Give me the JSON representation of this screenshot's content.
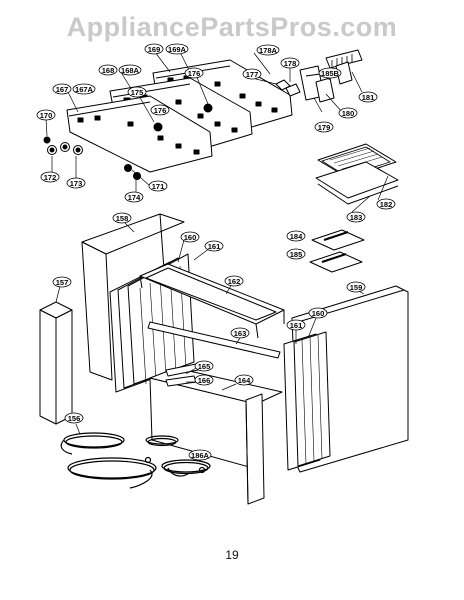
{
  "watermark": "AppliancePartsPros.com",
  "page_number": "19",
  "labels": [
    {
      "text": "169"
    },
    {
      "text": "169A"
    },
    {
      "text": "178A"
    },
    {
      "text": "176"
    },
    {
      "text": "177"
    },
    {
      "text": "178"
    },
    {
      "text": "185B"
    },
    {
      "text": "181"
    },
    {
      "text": "168"
    },
    {
      "text": "168A"
    },
    {
      "text": "175"
    },
    {
      "text": "176"
    },
    {
      "text": "167"
    },
    {
      "text": "167A"
    },
    {
      "text": "170"
    },
    {
      "text": "179"
    },
    {
      "text": "180"
    },
    {
      "text": "172"
    },
    {
      "text": "173"
    },
    {
      "text": "174"
    },
    {
      "text": "171"
    },
    {
      "text": "182"
    },
    {
      "text": "183"
    },
    {
      "text": "158"
    },
    {
      "text": "160"
    },
    {
      "text": "161"
    },
    {
      "text": "184"
    },
    {
      "text": "185"
    },
    {
      "text": "157"
    },
    {
      "text": "162"
    },
    {
      "text": "159"
    },
    {
      "text": "163"
    },
    {
      "text": "161"
    },
    {
      "text": "160"
    },
    {
      "text": "165"
    },
    {
      "text": "166"
    },
    {
      "text": "164"
    },
    {
      "text": "156"
    },
    {
      "text": "186A"
    }
  ]
}
